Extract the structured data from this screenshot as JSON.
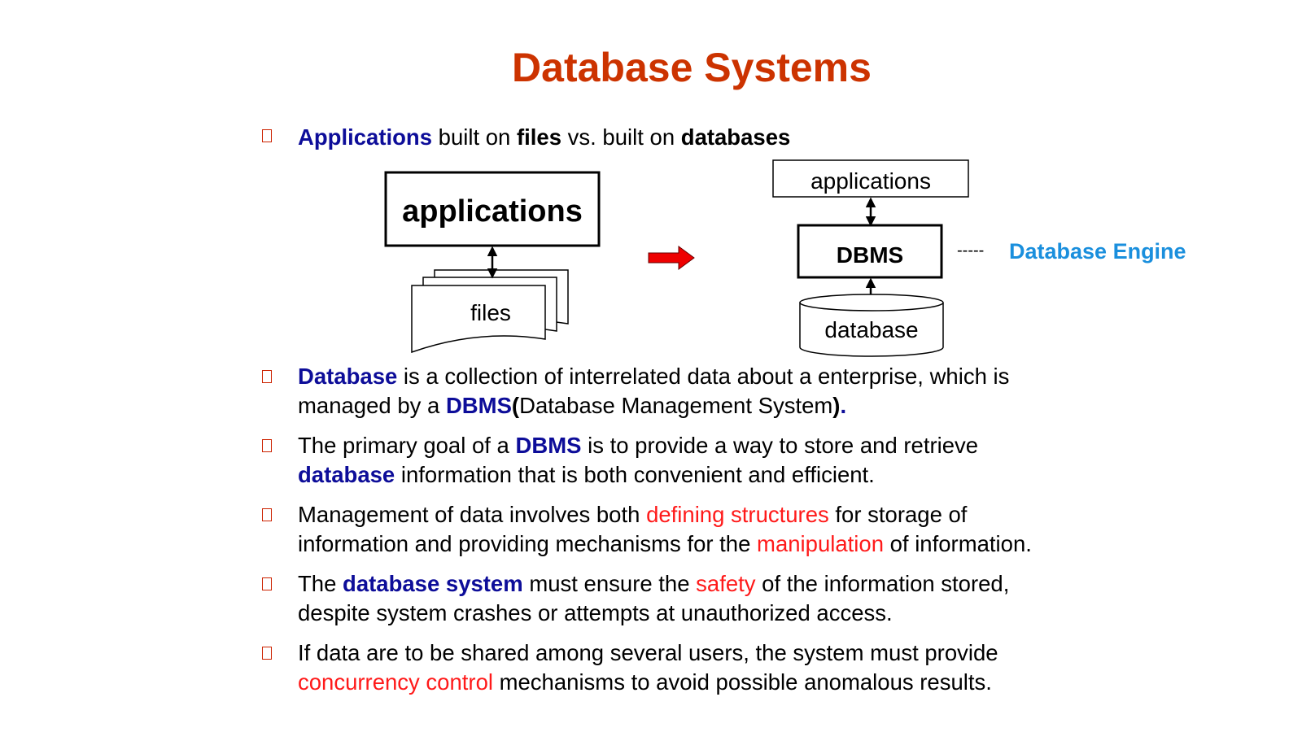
{
  "title": "Database Systems",
  "bullets": [
    {
      "segments": [
        {
          "text": "Applications",
          "style": "blue"
        },
        {
          "text": " built on ",
          "style": "plain"
        },
        {
          "text": "files",
          "style": "bold"
        },
        {
          "text": " vs. built on ",
          "style": "plain"
        },
        {
          "text": "databases",
          "style": "bold"
        }
      ]
    },
    {
      "line1": [
        {
          "text": "Database",
          "style": "blue"
        },
        {
          "text": " is a collection of interrelated data about a enterprise, which is",
          "style": "plain"
        }
      ],
      "line2": [
        {
          "text": "managed by a ",
          "style": "plain"
        },
        {
          "text": "DBMS",
          "style": "blue"
        },
        {
          "text": "(",
          "style": "bold"
        },
        {
          "text": "Database Management System",
          "style": "plain"
        },
        {
          "text": ")",
          "style": "bold"
        },
        {
          "text": ".",
          "style": "blue"
        }
      ]
    },
    {
      "line1": [
        {
          "text": "The primary goal of a ",
          "style": "plain"
        },
        {
          "text": "DBMS",
          "style": "blue"
        },
        {
          "text": " is to provide a way to store and retrieve",
          "style": "plain"
        }
      ],
      "line2": [
        {
          "text": "database",
          "style": "blue"
        },
        {
          "text": " information that is both convenient and efficient.",
          "style": "plain"
        }
      ]
    },
    {
      "line1": [
        {
          "text": "Management of data involves both ",
          "style": "plain"
        },
        {
          "text": "defining structures",
          "style": "red"
        },
        {
          "text": " for storage of",
          "style": "plain"
        }
      ],
      "line2": [
        {
          "text": "information and providing mechanisms for the ",
          "style": "plain"
        },
        {
          "text": "manipulation",
          "style": "red"
        },
        {
          "text": " of information.",
          "style": "plain"
        }
      ]
    },
    {
      "line1": [
        {
          "text": "The ",
          "style": "plain"
        },
        {
          "text": "database system",
          "style": "blue"
        },
        {
          "text": " must ensure the ",
          "style": "plain"
        },
        {
          "text": "safety",
          "style": "red"
        },
        {
          "text": " of the information stored,",
          "style": "plain"
        }
      ],
      "line2": [
        {
          "text": "despite system crashes or attempts at unauthorized access.",
          "style": "plain"
        }
      ]
    },
    {
      "line1": [
        {
          "text": "If data are to be shared among several users, the system must provide",
          "style": "plain"
        }
      ],
      "line2": [
        {
          "text": "concurrency control",
          "style": "red"
        },
        {
          "text": " mechanisms to avoid possible anomalous results.",
          "style": "plain"
        }
      ]
    }
  ],
  "diagram": {
    "left_applications": "applications",
    "files": "files",
    "right_applications": "applications",
    "dbms": "DBMS",
    "database": "database",
    "dashes": "-----",
    "engine_label": "Database Engine",
    "colors": {
      "arrow": "#ee0000",
      "engine": "#1a8fdd"
    }
  }
}
